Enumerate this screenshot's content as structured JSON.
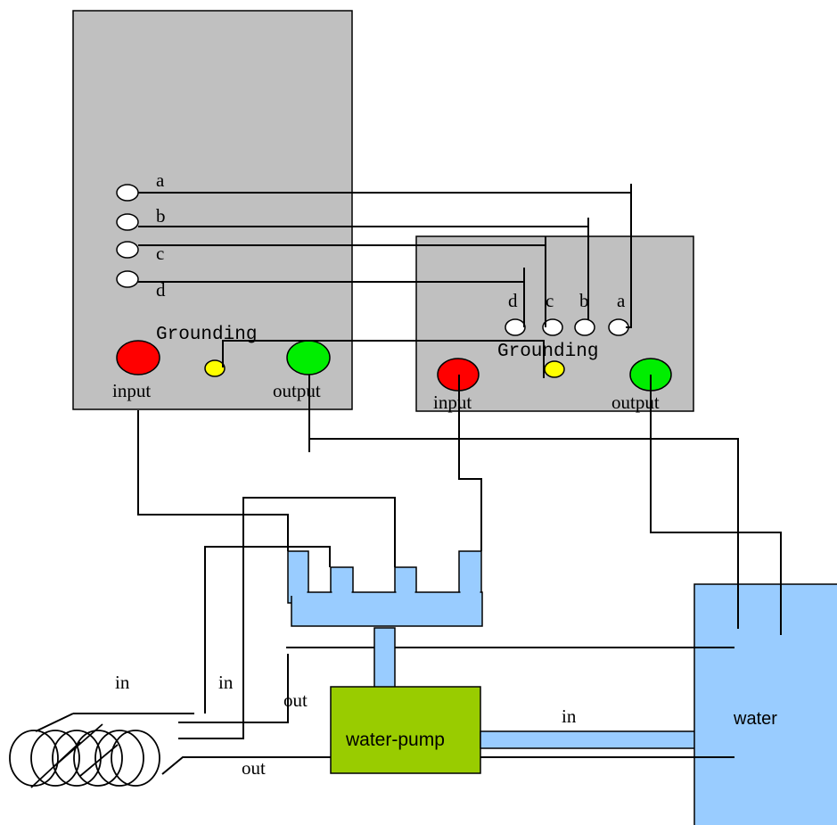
{
  "colors": {
    "panel": "#c0c0c0",
    "terminal_input": "#ff0000",
    "terminal_output": "#00ee00",
    "grounding_terminal": "#ffff00",
    "pipe": "#99ccff",
    "water": "#99ccff",
    "pump": "#99cc00"
  },
  "left_panel": {
    "ports": [
      "a",
      "b",
      "c",
      "d"
    ],
    "grounding": "Grounding",
    "input": "input",
    "output": "output"
  },
  "right_panel": {
    "ports": [
      "d",
      "c",
      "b",
      "a"
    ],
    "grounding": "Grounding",
    "input": "input",
    "output": "output"
  },
  "pump": {
    "label": "water-pump"
  },
  "tank": {
    "label": "water"
  },
  "labels": {
    "coil_in_1": "in",
    "coil_in_2": "in",
    "coil_out_1": "out",
    "coil_out_2": "out",
    "pump_in": "in"
  }
}
